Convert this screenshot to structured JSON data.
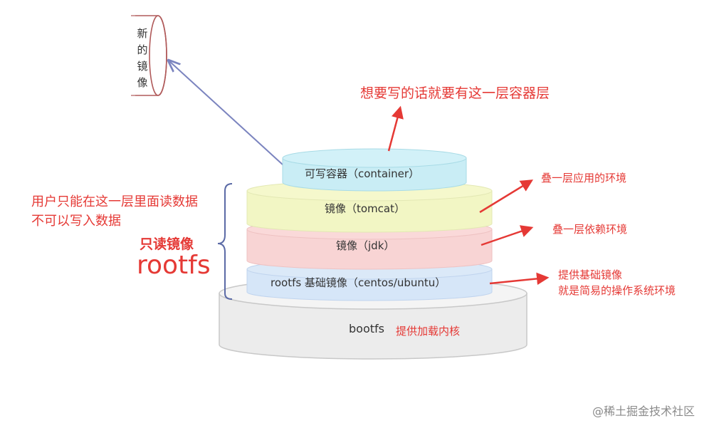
{
  "new_image": {
    "chars": [
      "新",
      "的",
      "镜",
      "像"
    ]
  },
  "writable_note": "想要写的话就要有这一层容器层",
  "read_only_note": {
    "line1": "用户只能在这一层里面读数据",
    "line2": "不可以写入数据"
  },
  "read_only_label": "只读镜像",
  "rootfs_label": "rootfs",
  "layers": {
    "container": "可写容器（container）",
    "tomcat": "镜像（tomcat）",
    "jdk": "镜像（jdk）",
    "base": "rootfs 基础镜像（centos/ubuntu）",
    "bootfs": "bootfs"
  },
  "annotations": {
    "tomcat": "叠一层应用的环境",
    "jdk": "叠一层依赖环境",
    "base_line1": "提供基础镜像",
    "base_line2": "就是简易的操作系统环境",
    "bootfs": "提供加载内核"
  },
  "watermark": "@稀土掘金技术社区",
  "colors": {
    "container_fill": "#cdeef5",
    "tomcat_fill": "#f3f6c8",
    "jdk_fill": "#f8d6d6",
    "base_fill": "#d6e6f8",
    "bootfs_fill": "#eeeeee",
    "arrow_red": "#e53935",
    "arrow_blue": "#7b84bf",
    "bracket": "#5b6aa6"
  }
}
